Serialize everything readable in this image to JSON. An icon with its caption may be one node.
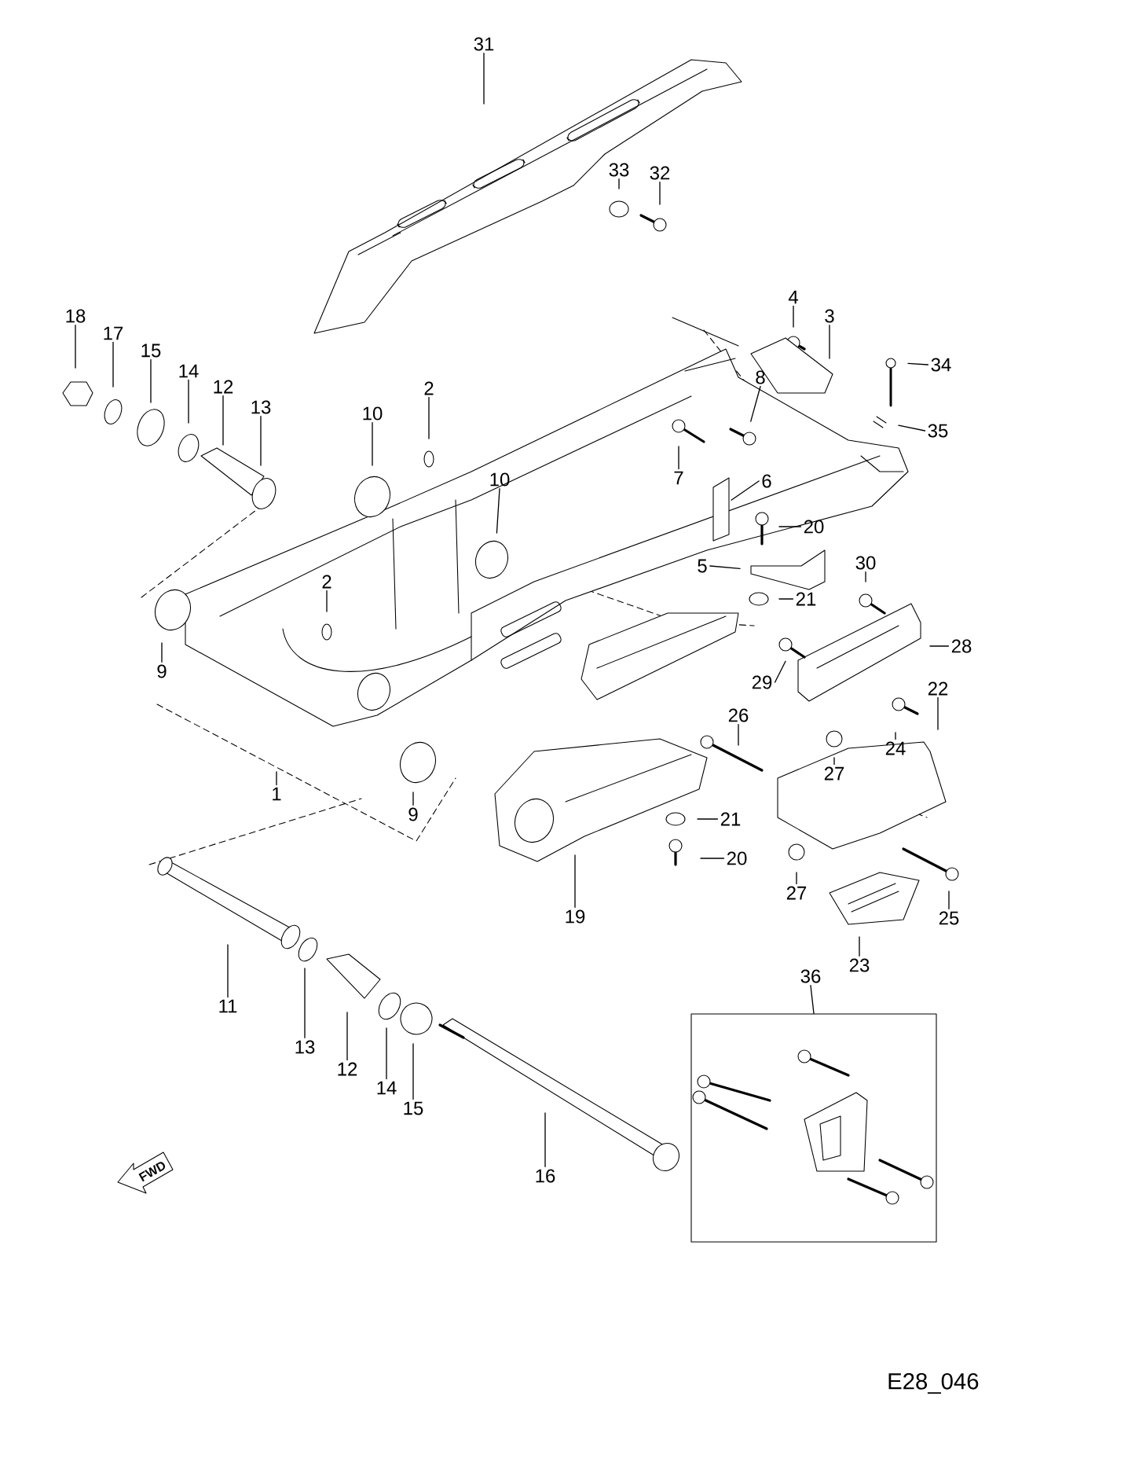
{
  "diagram": {
    "nodes": [
      {
        "text": [
          "31"
        ]
      },
      {
        "text": [
          "33"
        ]
      },
      {
        "text": [
          "32"
        ]
      },
      {
        "text": [
          "18"
        ]
      },
      {
        "text": [
          "17"
        ]
      },
      {
        "text": [
          "15"
        ]
      },
      {
        "text": [
          "14"
        ]
      },
      {
        "text": [
          "12"
        ]
      },
      {
        "text": [
          "4"
        ]
      },
      {
        "text": [
          "3"
        ]
      },
      {
        "text": [
          "13"
        ]
      },
      {
        "text": [
          "10"
        ]
      },
      {
        "text": [
          "2"
        ]
      },
      {
        "text": [
          "34"
        ]
      },
      {
        "text": [
          "8"
        ]
      },
      {
        "text": [
          "35"
        ]
      },
      {
        "text": [
          "7"
        ]
      },
      {
        "text": [
          "10"
        ]
      },
      {
        "text": [
          "6"
        ]
      },
      {
        "text": [
          "20"
        ]
      },
      {
        "text": [
          "5"
        ]
      },
      {
        "text": [
          "30"
        ]
      },
      {
        "text": [
          "2"
        ]
      },
      {
        "text": [
          "21"
        ]
      },
      {
        "text": [
          "28"
        ]
      },
      {
        "text": [
          "9"
        ]
      },
      {
        "text": [
          "29"
        ]
      },
      {
        "text": [
          "22"
        ]
      },
      {
        "text": [
          "26"
        ]
      },
      {
        "text": [
          "24"
        ]
      },
      {
        "text": [
          "27"
        ]
      },
      {
        "text": [
          "1"
        ]
      },
      {
        "text": [
          "9"
        ]
      },
      {
        "text": [
          "21"
        ]
      },
      {
        "text": [
          "20"
        ]
      },
      {
        "text": [
          "27"
        ]
      },
      {
        "text": [
          "19"
        ]
      },
      {
        "text": [
          "25"
        ]
      },
      {
        "text": [
          "23"
        ]
      },
      {
        "text": [
          "36"
        ]
      },
      {
        "text": [],
        "shape": "box"
      },
      {
        "text": [
          "11"
        ]
      },
      {
        "text": [
          "13"
        ]
      },
      {
        "text": [
          "12"
        ]
      },
      {
        "text": [
          "14"
        ]
      },
      {
        "text": [
          "15"
        ]
      },
      {
        "text": [
          "16"
        ]
      }
    ],
    "edges": [
      {
        "from": 0,
        "to": null,
        "arrow": "none"
      },
      {
        "from": 1,
        "to": null,
        "arrow": "none"
      },
      {
        "from": 2,
        "to": null,
        "arrow": "none"
      },
      {
        "from": 3,
        "to": null,
        "arrow": "none"
      },
      {
        "from": 4,
        "to": null,
        "arrow": "none"
      },
      {
        "from": 5,
        "to": null,
        "arrow": "none"
      },
      {
        "from": 6,
        "to": null,
        "arrow": "none"
      },
      {
        "from": 7,
        "to": null,
        "arrow": "none"
      },
      {
        "from": 8,
        "to": null,
        "arrow": "none"
      },
      {
        "from": 9,
        "to": null,
        "arrow": "none"
      },
      {
        "from": 10,
        "to": null,
        "arrow": "none"
      },
      {
        "from": 11,
        "to": null,
        "arrow": "none"
      },
      {
        "from": 12,
        "to": null,
        "arrow": "none"
      },
      {
        "from": 13,
        "to": null,
        "arrow": "none"
      },
      {
        "from": 14,
        "to": null,
        "arrow": "none"
      },
      {
        "from": 15,
        "to": null,
        "arrow": "none"
      },
      {
        "from": 16,
        "to": null,
        "arrow": "none"
      },
      {
        "from": 17,
        "to": null,
        "arrow": "none"
      },
      {
        "from": 18,
        "to": null,
        "arrow": "none"
      },
      {
        "from": 19,
        "to": null,
        "arrow": "none"
      },
      {
        "from": 20,
        "to": null,
        "arrow": "none"
      },
      {
        "from": 21,
        "to": null,
        "arrow": "none"
      },
      {
        "from": 22,
        "to": null,
        "arrow": "none"
      },
      {
        "from": 23,
        "to": null,
        "arrow": "none"
      },
      {
        "from": 24,
        "to": null,
        "arrow": "none"
      },
      {
        "from": 25,
        "to": null,
        "arrow": "none"
      },
      {
        "from": 26,
        "to": null,
        "arrow": "none"
      },
      {
        "from": 27,
        "to": null,
        "arrow": "none"
      },
      {
        "from": 28,
        "to": null,
        "arrow": "none"
      },
      {
        "from": 29,
        "to": null,
        "arrow": "none"
      },
      {
        "from": 30,
        "to": null,
        "arrow": "none"
      },
      {
        "from": 31,
        "to": null,
        "arrow": "none"
      },
      {
        "from": 32,
        "to": null,
        "arrow": "none"
      },
      {
        "from": 33,
        "to": null,
        "arrow": "none"
      },
      {
        "from": 34,
        "to": null,
        "arrow": "none"
      },
      {
        "from": 35,
        "to": null,
        "arrow": "none"
      },
      {
        "from": 36,
        "to": null,
        "arrow": "none"
      },
      {
        "from": 37,
        "to": null,
        "arrow": "none"
      },
      {
        "from": 38,
        "to": null,
        "arrow": "none"
      },
      {
        "from": 39,
        "to": 40,
        "arrow": "none"
      },
      {
        "from": 41,
        "to": null,
        "arrow": "none"
      },
      {
        "from": 42,
        "to": null,
        "arrow": "none"
      },
      {
        "from": 43,
        "to": null,
        "arrow": "none"
      },
      {
        "from": 44,
        "to": null,
        "arrow": "none"
      },
      {
        "from": 45,
        "to": null,
        "arrow": "none"
      },
      {
        "from": 46,
        "to": null,
        "arrow": "none"
      }
    ],
    "labels": [
      "FWD",
      "E28_046"
    ]
  }
}
